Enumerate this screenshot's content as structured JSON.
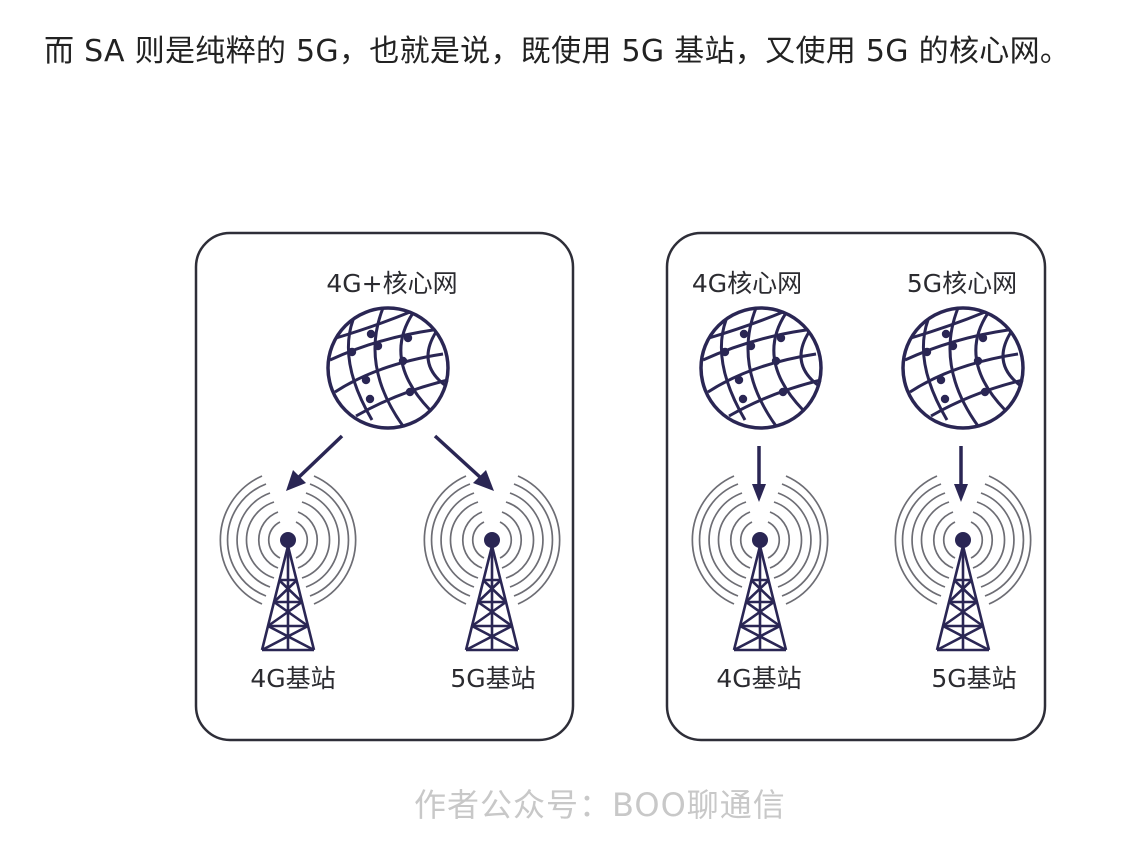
{
  "headline": "而 SA 则是纯粹的 5G，也就是说，既使用 5G 基站，又使用 5G 的核心网。",
  "panels": [
    {
      "core_labels": [
        "4G+核心网"
      ],
      "station_labels": [
        "4G基站",
        "5G基站"
      ]
    },
    {
      "core_labels": [
        "4G核心网",
        "5G核心网"
      ],
      "station_labels": [
        "4G基站",
        "5G基站"
      ]
    }
  ],
  "watermark": "作者公众号：BOO聊通信",
  "colors": {
    "ink": "#2a2654",
    "frame": "#2e2e38",
    "watermark": "#c8c8c8"
  },
  "icons": [
    "globe-icon",
    "down-arrow-icon",
    "radio-waves-icon",
    "cell-tower-icon"
  ]
}
